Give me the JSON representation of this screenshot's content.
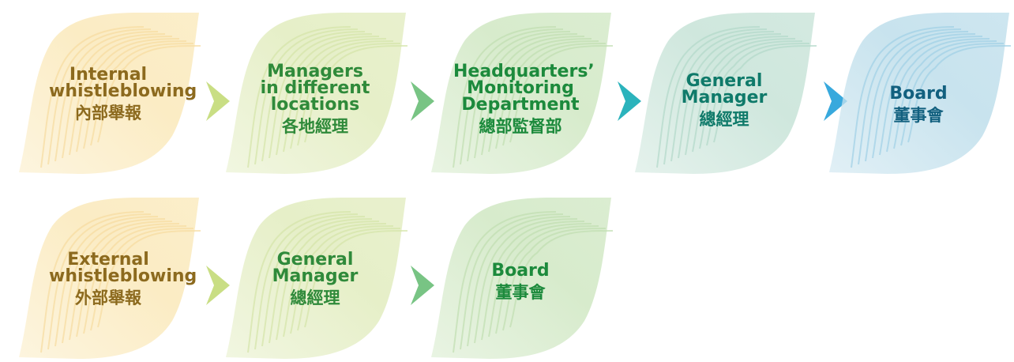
{
  "colors": {
    "s1": {
      "fill": "#fbecc4",
      "line": "#f6dca0",
      "text": "#8c6a1e"
    },
    "s2": {
      "fill": "#e6efc8",
      "line": "#d4e4a8",
      "text": "#2f8a3a"
    },
    "s3": {
      "fill": "#d7ebcc",
      "line": "#c0deb0",
      "text": "#1c8a3c"
    },
    "s4": {
      "fill": "#cfe7dd",
      "line": "#b2d9c9",
      "text": "#0f7a6a"
    },
    "s5": {
      "fill": "#c8e3ee",
      "line": "#9fd0e5",
      "text": "#12607f"
    },
    "a1": "#c9de84",
    "a2": "#78c484",
    "a3": "#2bb3bc",
    "a4": "#38a9dd"
  },
  "row1": [
    {
      "en": "Internal whistleblowing",
      "zh": "內部舉報"
    },
    {
      "en": "Managers in different locations",
      "zh": "各地經理"
    },
    {
      "en": "Headquarters’ Monitoring Department",
      "zh": "總部監督部"
    },
    {
      "en": "General Manager",
      "zh": "總經理"
    },
    {
      "en": "Board",
      "zh": "董事會"
    }
  ],
  "row2": [
    {
      "en": "External whistleblowing",
      "zh": "外部舉報"
    },
    {
      "en": "General Manager",
      "zh": "總經理"
    },
    {
      "en": "Board",
      "zh": "董事會"
    }
  ]
}
